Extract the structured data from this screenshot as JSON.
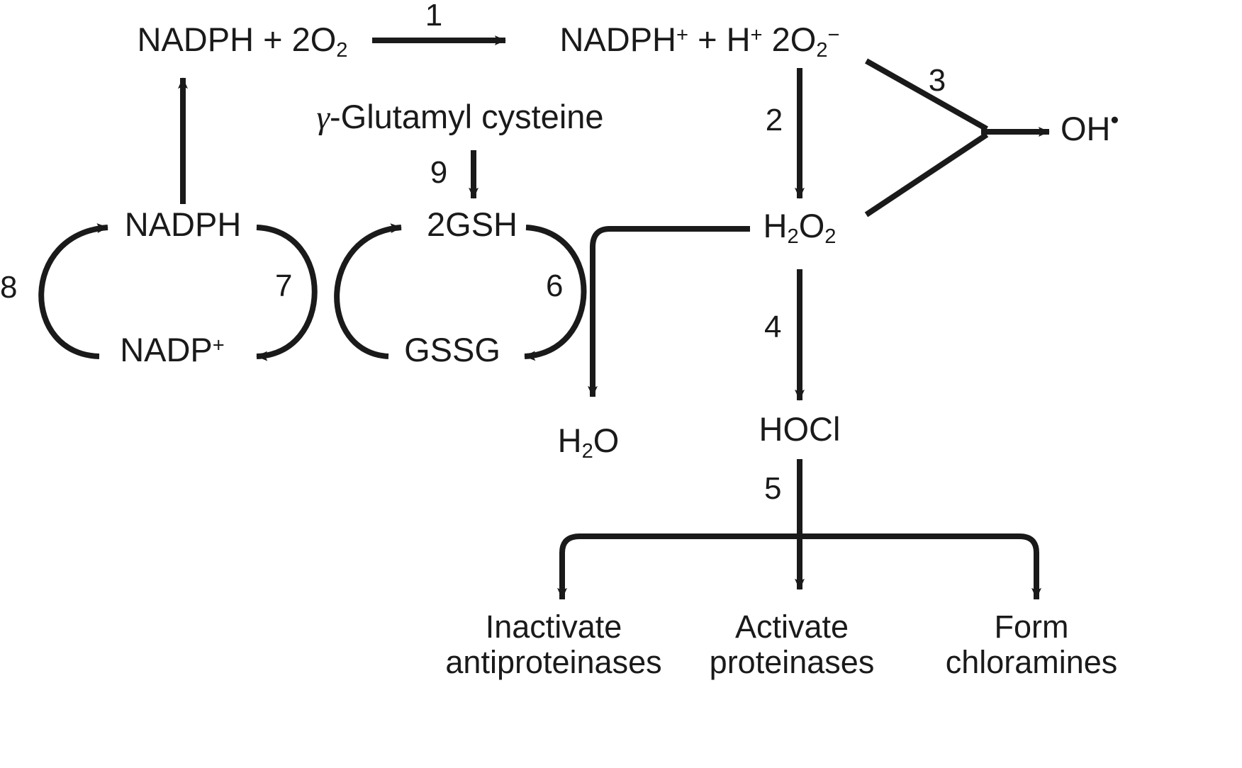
{
  "diagram": {
    "title": "Neutrophil respiratory burst and glutathione antioxidant pathway",
    "background_color": "#ffffff",
    "line_color": "#1a1a1a",
    "species": {
      "nadph_plus_o2": {
        "text": "NADPH + 2O2",
        "base": "NADPH + 2O",
        "sub": "2"
      },
      "nadph_cation": {
        "pre": "NADPH",
        "sup1": "+",
        "mid": " + H",
        "sup2": "+",
        "post": " 2O",
        "sub": "2",
        "sup3": "−"
      },
      "hydroxyl_radical": {
        "base": "OH",
        "radical": "•"
      },
      "glutamyl_cysteine": {
        "gamma": "γ",
        "rest": "-Glutamyl cysteine"
      },
      "nadph": {
        "text": "NADPH"
      },
      "nadp_plus": {
        "base": "NADP",
        "sup": "+"
      },
      "two_gsh": {
        "text": "2GSH"
      },
      "gssg": {
        "text": "GSSG"
      },
      "hydrogen_peroxide": {
        "base1": "H",
        "sub1": "2",
        "base2": "O",
        "sub2": "2"
      },
      "water": {
        "base": "H",
        "sub": "2",
        "post": "O"
      },
      "hypochlorous_acid": {
        "text": "HOCl"
      }
    },
    "step_numbers": {
      "s1": "1",
      "s2": "2",
      "s3": "3",
      "s4": "4",
      "s5": "5",
      "s6": "6",
      "s7": "7",
      "s8": "8",
      "s9": "9"
    },
    "outcomes": [
      {
        "line1": "Inactivate",
        "line2": "antiproteinases"
      },
      {
        "line1": "Activate",
        "line2": "proteinases"
      },
      {
        "line1": "Form",
        "line2": "chloramines"
      }
    ]
  }
}
